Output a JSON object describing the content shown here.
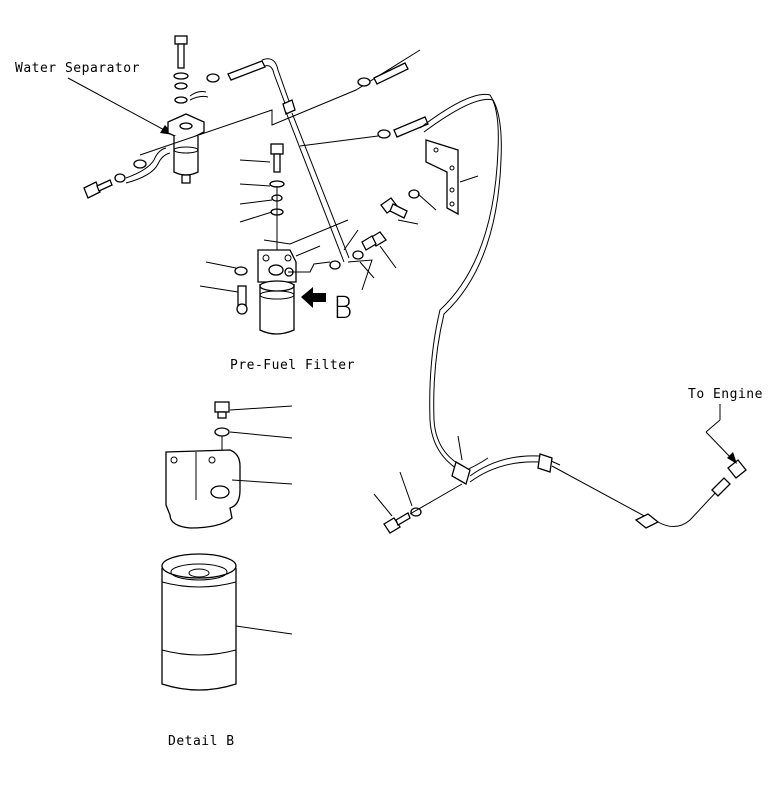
{
  "labels": {
    "water_separator": "Water Separator",
    "pre_fuel_filter": "Pre-Fuel Filter",
    "to_engine": "To Engine",
    "detail_b": "Detail B",
    "view_ref": "B"
  }
}
